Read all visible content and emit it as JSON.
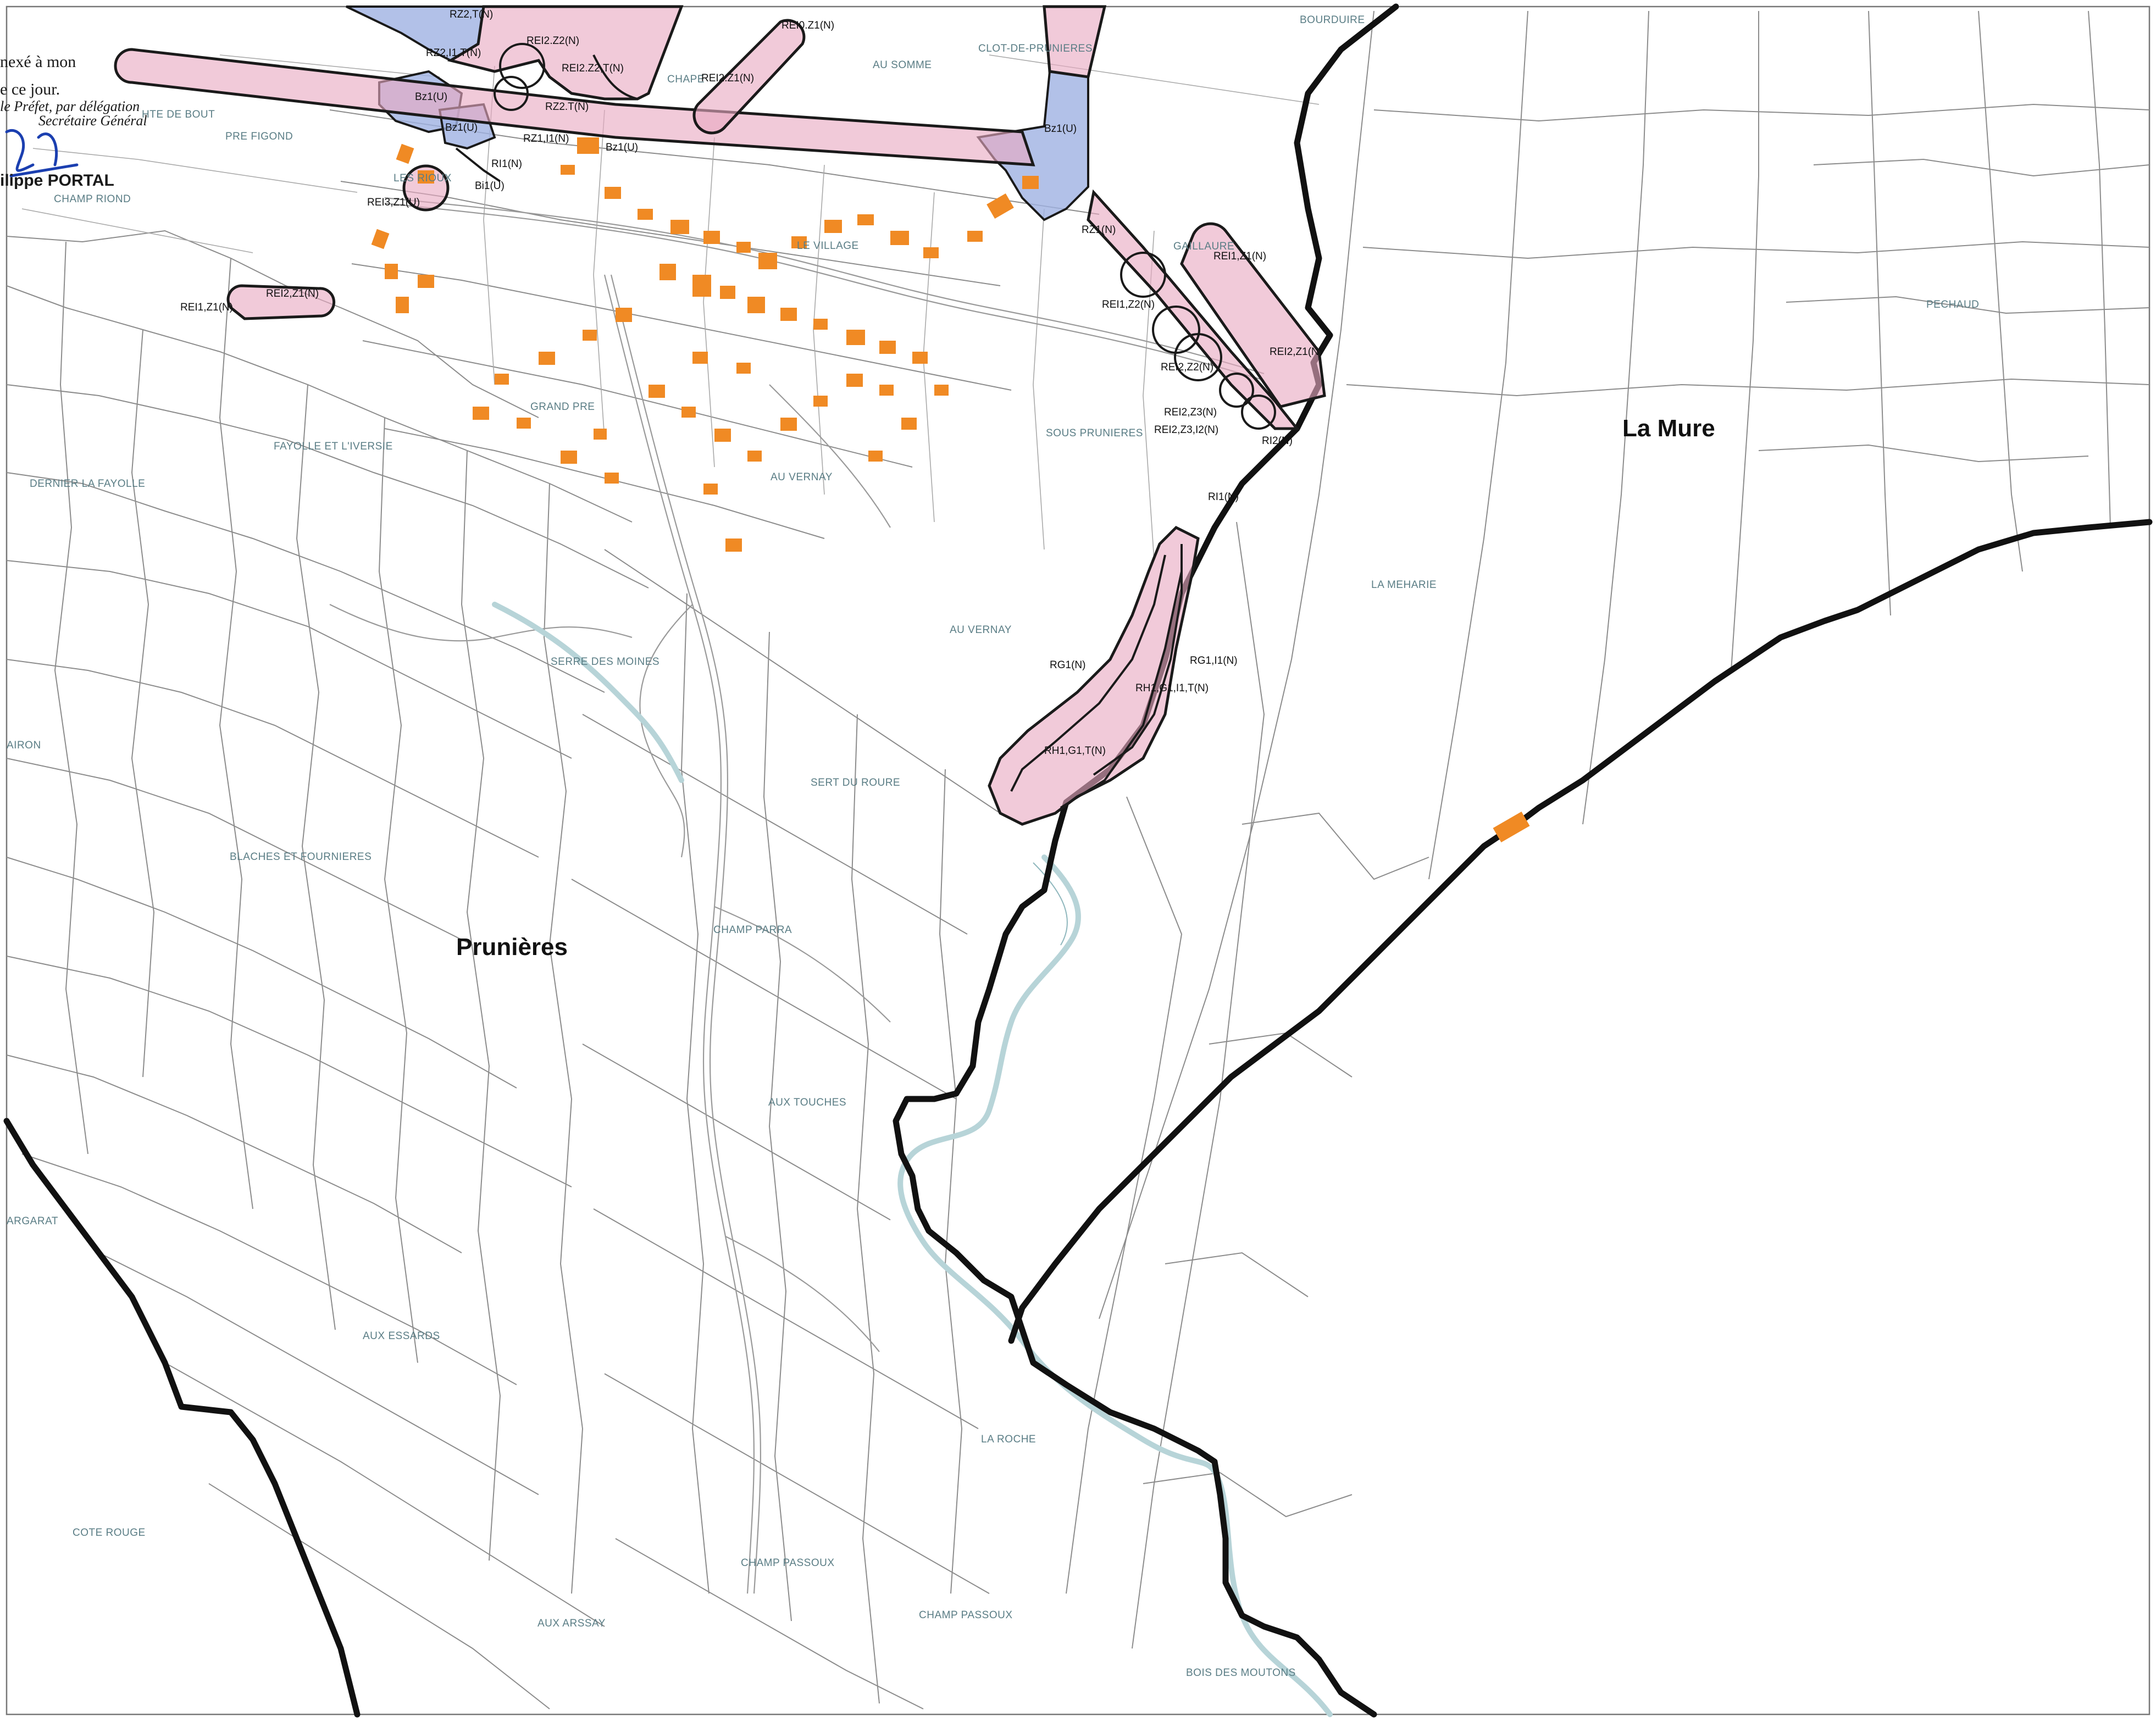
{
  "communes": {
    "west": "Prunières",
    "east": "La Mure"
  },
  "stamp": {
    "line1": "nexé à mon",
    "line2": "e ce jour.",
    "line3": "le Préfet, par délégation",
    "line4": "Secrétaire Général",
    "name": "ilippe PORTAL"
  },
  "places": {
    "bourduire": "BOURDUIRE",
    "clot_de_prunieres": "CLOT-DE-PRUNIERES",
    "au_somme": "AU SOMME",
    "chapel": "CHAPE",
    "pre_figond": "PRE FIGOND",
    "hte_de_bout": "HTE DE BOUT",
    "champ_riond": "CHAMP RIOND",
    "les_rioux": "LES RIOUX",
    "le_village": "LE VILLAGE",
    "gaillaure": "GAILLAURE",
    "pechaud": "PECHAUD",
    "grand_pre": "GRAND PRE",
    "fayolle": "FAYOLLE ET L'IVERSIE",
    "sous_prunieres": "SOUS PRUNIERES",
    "dernier_la_fayolle": "DERNIER LA FAYOLLE",
    "au_vernay_1": "AU VERNAY",
    "la_meharie": "LA MEHARIE",
    "au_vernay_2": "AU VERNAY",
    "serre_des_moines": "SERRE DES MOINES",
    "airon": "AIRON",
    "sert_du_roure": "SERT DU ROURE",
    "blaches": "BLACHES ET FOURNIERES",
    "champ_parra": "CHAMP PARRA",
    "aux_touches": "AUX TOUCHES",
    "argarat": "ARGARAT",
    "aux_essards": "AUX ESSARDS",
    "la_roche": "LA ROCHE",
    "cote_rouge": "COTE ROUGE",
    "champ_passoux_1": "CHAMP PASSOUX",
    "champ_passoux_2": "CHAMP PASSOUX",
    "aux_arssay": "AUX ARSSAY",
    "bois_des_moutons": "BOIS DES MOUTONS"
  },
  "zones": {
    "rz2_t_top": "RZ2,T(N)",
    "rei2_z2_top": "REI2.Z2(N)",
    "rz2_i1_t": "RZ2,I1,T(N)",
    "rei2_z2_t": "REI2.Z2,T(N)",
    "rei0_z1": "REI0.Z1(N)",
    "rei2_z1_top": "REI2.Z1(N)",
    "bz1_u_1": "Bz1(U)",
    "rz2_t_mid": "RZ2.T(N)",
    "bz1_u_2": "Bz1(U)",
    "bz1_u_east": "Bz1(U)",
    "rz1_i1": "RZ1,I1(N)",
    "bz1_u_3": "Bz1(U)",
    "ri1_n_top": "RI1(N)",
    "bi1_u": "Bi1(U)",
    "rei3_z1": "REI3,Z1(U)",
    "rz1_n": "RZ1(N)",
    "rei1_z1_east": "REI1,Z1(N)",
    "rei1_z1_west": "REI1,Z1(N)",
    "rei2_z1_west": "REI2,Z1(N)",
    "rei1_z2": "REI1,Z2(N)",
    "rei2_z1_east": "REI2,Z1(N)",
    "rei2_z2_east": "REI2,Z2(N)",
    "rei2_z3": "REI2,Z3(N)",
    "rei2_z3_i2": "REI2,Z3,I2(N)",
    "ri2_n": "RI2(N)",
    "ri1_n_east": "RI1(N)",
    "rg1_i1": "RG1,I1(N)",
    "rg1_n": "RG1(N)",
    "rh1_g1_i1_t": "RH1,G1,I1,T(N)",
    "rh1_g1_t": "RH1,G1,T(N)"
  },
  "colors": {
    "risk_zone_red": "#e8a9c2",
    "risk_zone_blue": "#9fb2e2",
    "building": "#f08a24",
    "commune_border": "#111111",
    "river": "#b7d4d8",
    "place_label": "#5a7d85",
    "signature": "#1b3fb0"
  }
}
